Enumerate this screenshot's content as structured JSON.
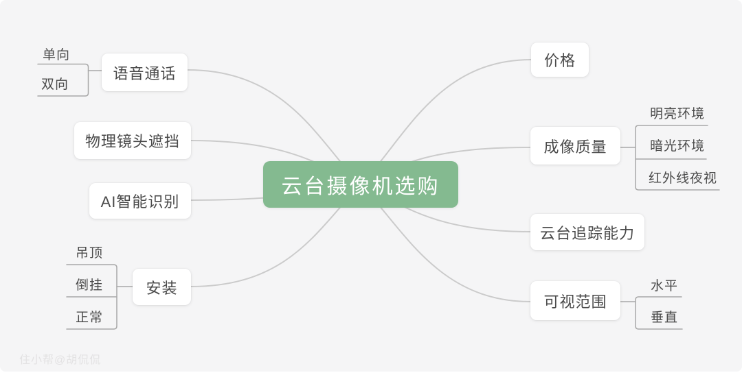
{
  "root": {
    "label": "云台摄像机选购"
  },
  "left_branches": [
    {
      "label": "语音通话",
      "children": [
        {
          "label": "单向"
        },
        {
          "label": "双向"
        }
      ]
    },
    {
      "label": "物理镜头遮挡",
      "children": []
    },
    {
      "label": "AI智能识别",
      "children": []
    },
    {
      "label": "安装",
      "children": [
        {
          "label": "吊顶"
        },
        {
          "label": "倒挂"
        },
        {
          "label": "正常"
        }
      ]
    }
  ],
  "right_branches": [
    {
      "label": "价格",
      "children": []
    },
    {
      "label": "成像质量",
      "children": [
        {
          "label": "明亮环境"
        },
        {
          "label": "暗光环境"
        },
        {
          "label": "红外线夜视"
        }
      ]
    },
    {
      "label": "云台追踪能力",
      "children": []
    },
    {
      "label": "可视范围",
      "children": [
        {
          "label": "水平"
        },
        {
          "label": "垂直"
        }
      ]
    }
  ],
  "watermark": "住小帮@胡侃侃",
  "colors": {
    "root_bg": "#84ba90",
    "root_text": "#ffffff",
    "node_bg": "#ffffff",
    "node_text": "#4a4a4a",
    "branch_line": "#cbcbcb",
    "child_line": "#a8a8a8",
    "canvas_bg": "#f5f5f6"
  }
}
